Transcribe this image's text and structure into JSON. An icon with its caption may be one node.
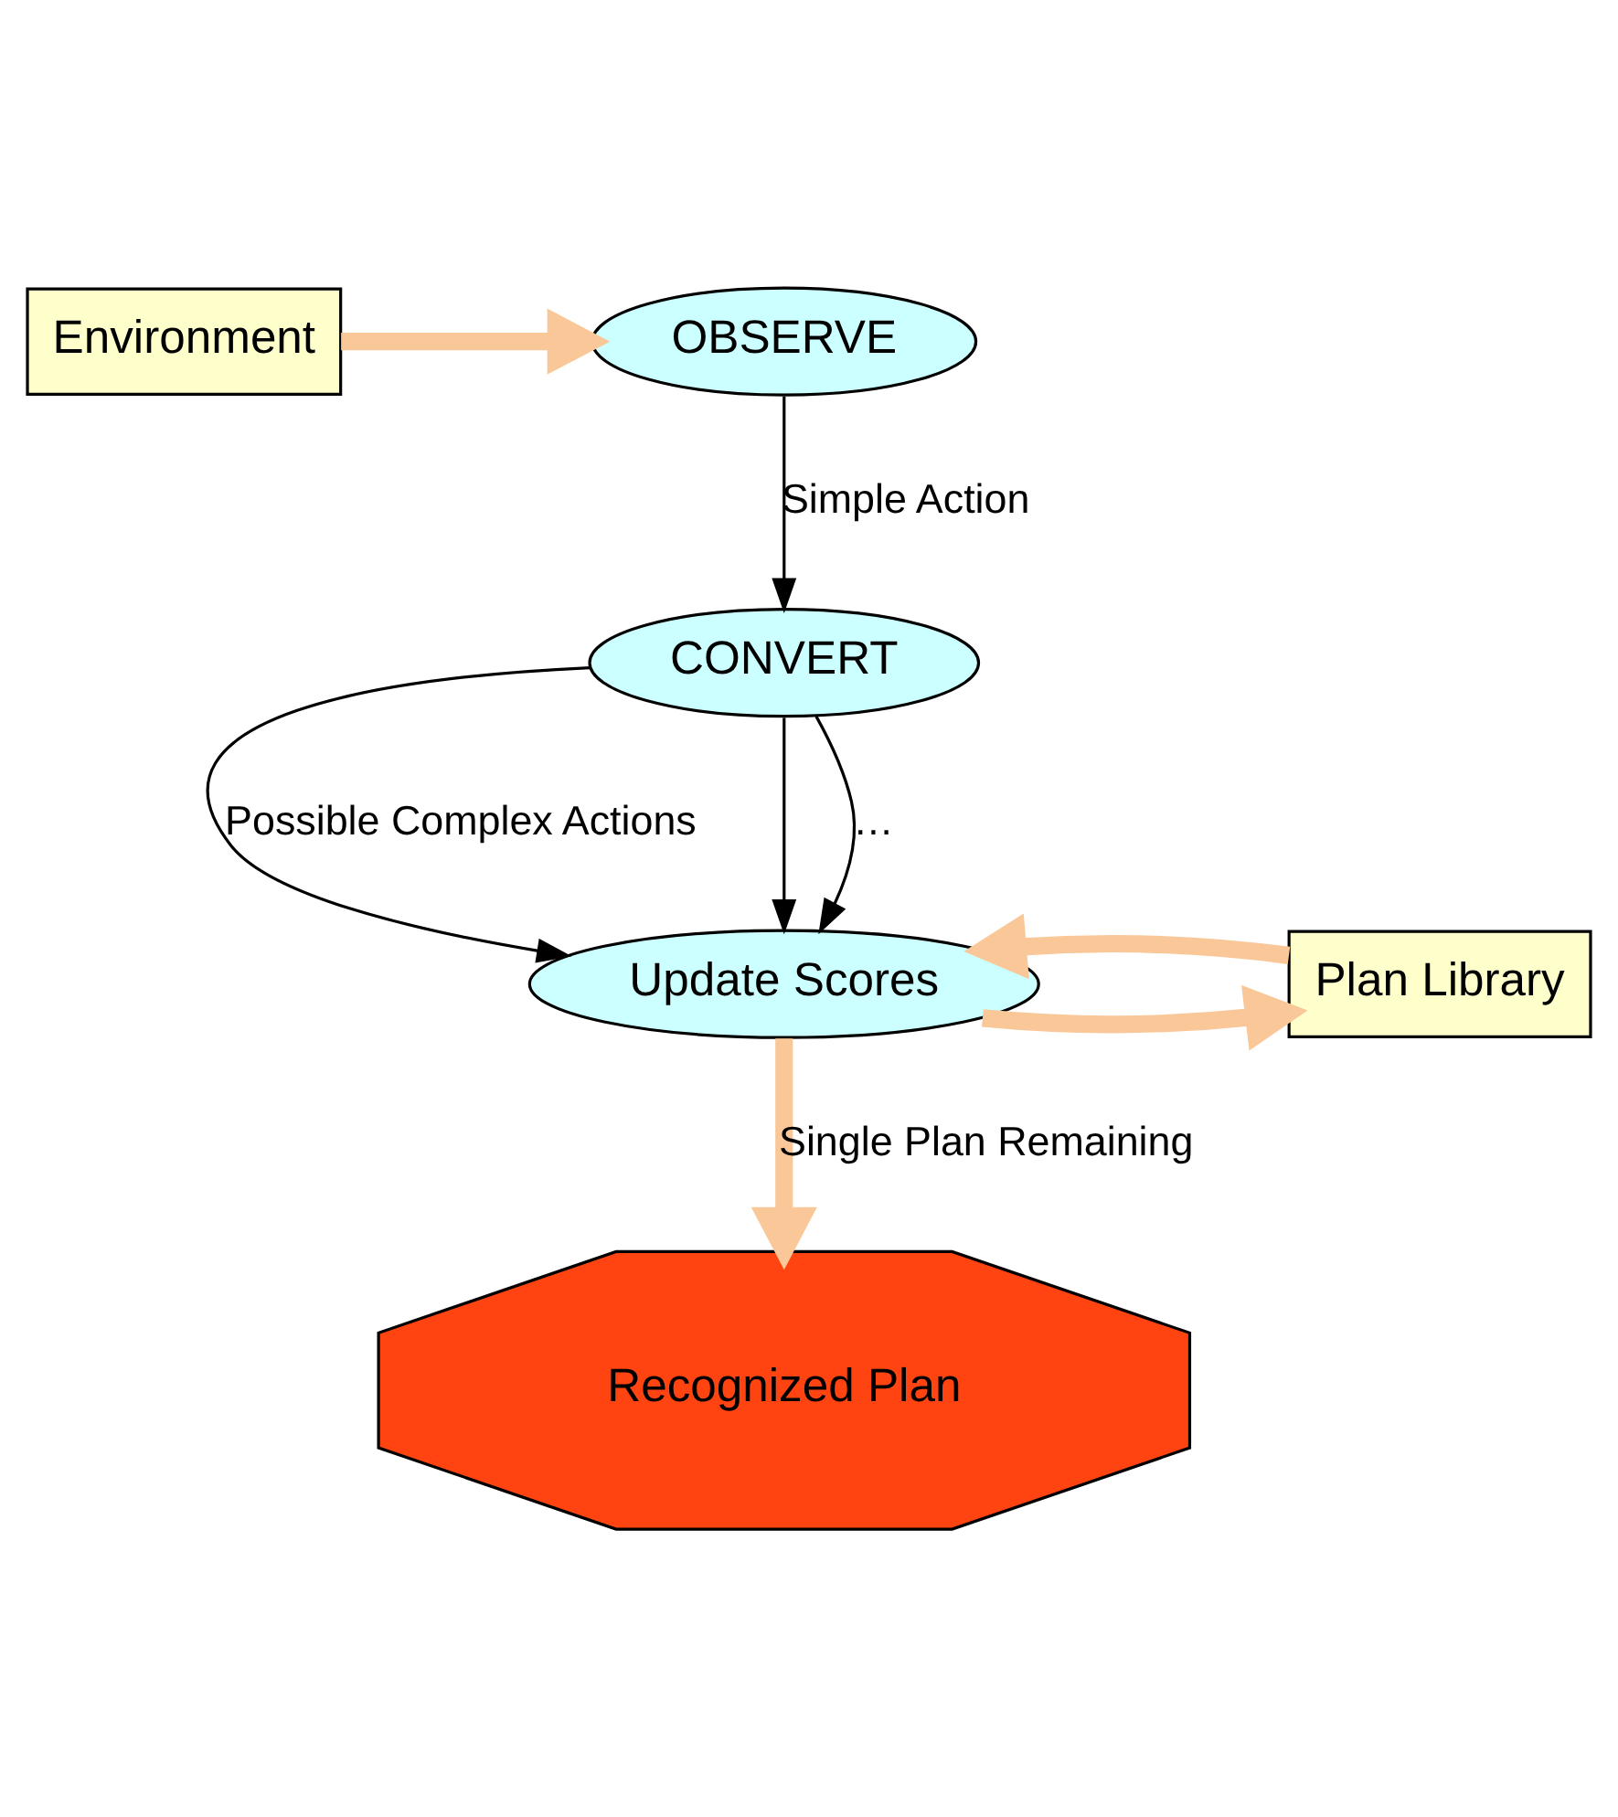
{
  "diagram": {
    "nodes": [
      {
        "text": [
          "OBSERVE"
        ]
      },
      {
        "text": [
          "Environment"
        ]
      },
      {
        "text": [
          "CONVERT"
        ]
      },
      {
        "text": [
          "Update Scores"
        ]
      },
      {
        "text": [
          "Plan Library"
        ]
      },
      {
        "text": [
          "Recognized Plan"
        ]
      }
    ],
    "edges": [
      {
        "from": 1,
        "to": 0,
        "arrow": "to",
        "style": "thick",
        "color": "#fac898"
      },
      {
        "from": 0,
        "to": 2,
        "arrow": "to",
        "label": "Simple Action",
        "color": "#000000"
      },
      {
        "from": 2,
        "to": 3,
        "arrow": "to",
        "label": "Possible Complex Actions",
        "color": "#000000"
      },
      {
        "from": 2,
        "to": 3,
        "arrow": "to",
        "color": "#000000"
      },
      {
        "from": 2,
        "to": 3,
        "arrow": "to",
        "label": "…",
        "color": "#000000"
      },
      {
        "from": 3,
        "to": 4,
        "arrow": "to",
        "style": "thick",
        "color": "#fac898"
      },
      {
        "from": 4,
        "to": 3,
        "arrow": "to",
        "style": "thick",
        "color": "#fac898"
      },
      {
        "from": 3,
        "to": 5,
        "arrow": "to",
        "label": "Single Plan Remaining",
        "style": "thick",
        "color": "#fac898"
      }
    ]
  }
}
